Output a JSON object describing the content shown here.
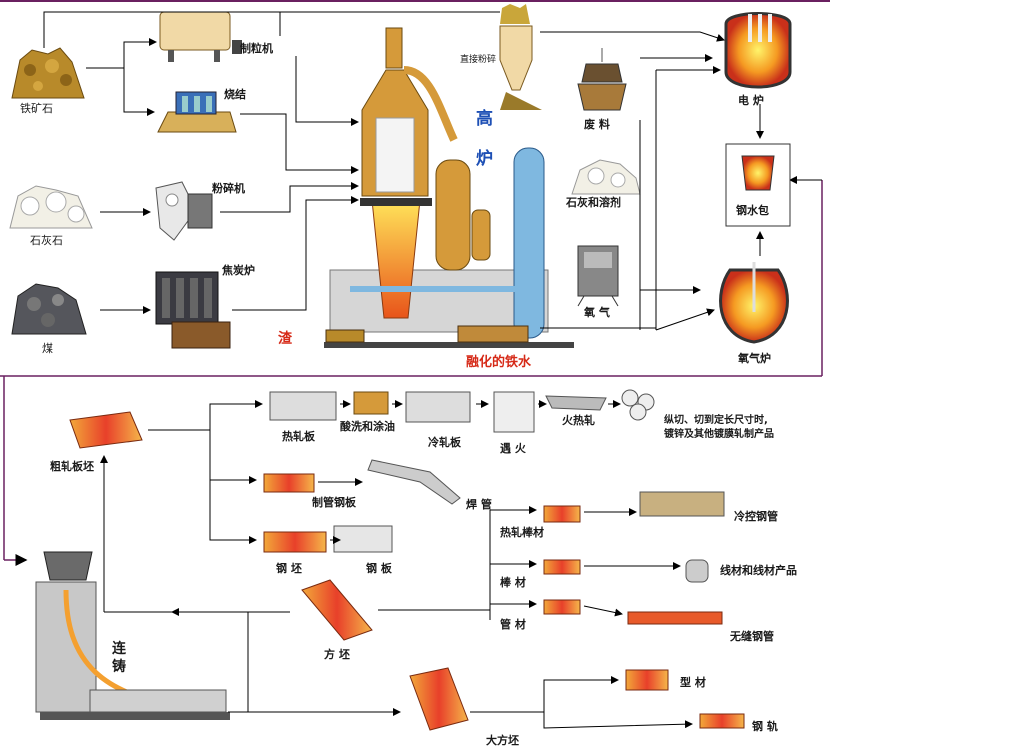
{
  "raw": {
    "iron_ore": "铁矿石",
    "limestone": "石灰石",
    "coal": "煤"
  },
  "prep": {
    "pelletizer": "制粒机",
    "sinter": "烧结",
    "crusher": "粉碎机",
    "coke_oven": "焦炭炉"
  },
  "bf": {
    "title_1": "高",
    "title_2": "炉",
    "slag": "渣",
    "molten_iron": "融化的铁水"
  },
  "right": {
    "direct_crush": "直接粉碎",
    "scrap": "废 料",
    "lime_flux": "石灰和溶剂",
    "oxygen": "氧 气",
    "eaf": "电 炉",
    "ladle": "钢水包",
    "bof": "氧气炉"
  },
  "caster": {
    "t1": "连",
    "t2": "铸"
  },
  "products": {
    "rough_slab": "粗轧板坯",
    "hot_strip": "热轧板",
    "pickle_oil": "酸洗和涂油",
    "cold_strip": "冷轧板",
    "anneal": "遇 火",
    "temper": "火热轧",
    "slit_note_1": "纵切、切到定长尺寸时,",
    "slit_note_2": "镀锌及其他镀膜轧制产品",
    "pipe_plate": "制管钢板",
    "welded_pipe": "焊 管",
    "billet_plate": "钢 坯",
    "steel_plate": "钢 板",
    "hot_bar": "热轧棒材",
    "bar": "棒 材",
    "tube_stock": "管 材",
    "cold_tube": "冷控钢管",
    "wire": "线材和线材产品",
    "seamless": "无缝钢管",
    "billet": "方 坯",
    "bloom": "大方坯",
    "section": "型 材",
    "rail": "钢 轨"
  }
}
